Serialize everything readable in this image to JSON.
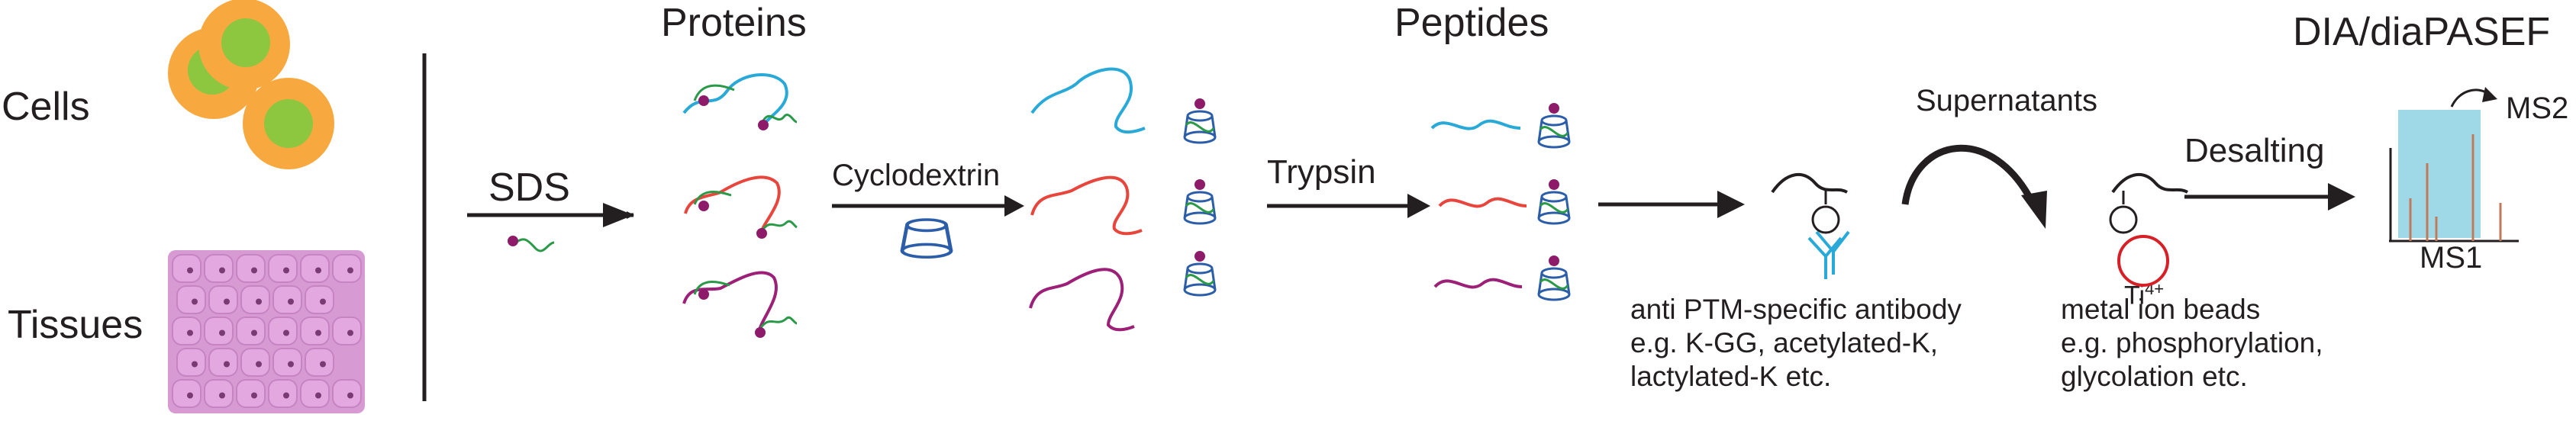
{
  "labels": {
    "cells": "Cells",
    "tissues": "Tissues",
    "proteins": "Proteins",
    "peptides": "Peptides",
    "dia": "DIA/diaPASEF",
    "sds": "SDS",
    "cyclodextrin": "Cyclodextrin",
    "trypsin": "Trypsin",
    "supernatants": "Supernatants",
    "desalting": "Desalting",
    "ms1": "MS1",
    "ms2": "MS2",
    "ti": "Ti",
    "ti_charge": "4+"
  },
  "antibody_text": [
    "anti PTM-specific antibody",
    "e.g. K-GG, acetylated-K,",
    "lactylated-K etc."
  ],
  "beads_text": [
    "metal ion beads",
    "e.g. phosphorylation,",
    "glycolation etc."
  ],
  "colors": {
    "cyan": "#29a9d8",
    "red": "#e8453c",
    "purple": "#9c1f78",
    "green": "#2a9a48",
    "mod_dot": "#8e1b6a",
    "cell_outer": "#f7a940",
    "cell_inner": "#8dc63f",
    "tissue": "#e4a8e0",
    "cyclodextrin": "#2b5da8",
    "ms1_box": "#9fd9e8",
    "ti_ring": "#d71f26"
  }
}
